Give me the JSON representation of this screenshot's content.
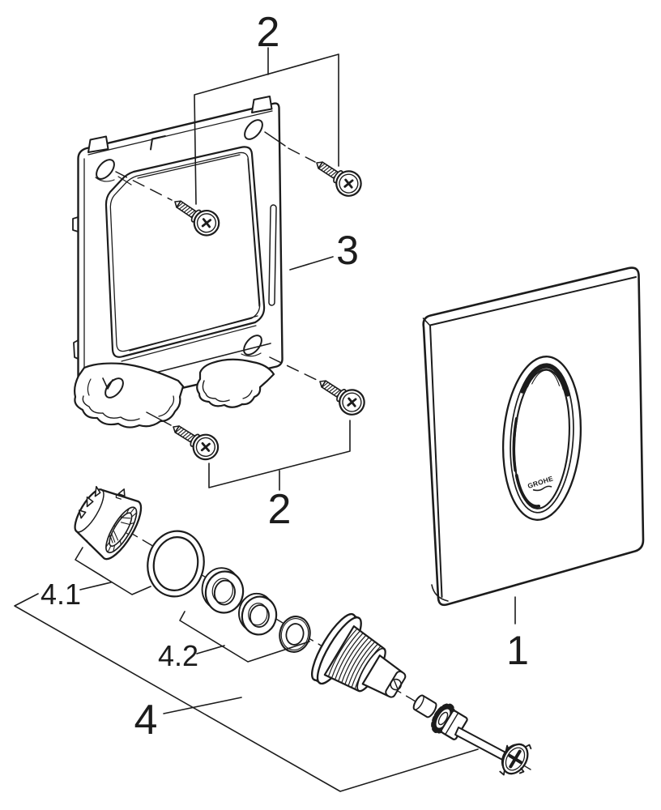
{
  "page": {
    "background": "#ffffff",
    "ink": "#1c1c1c"
  },
  "callouts": {
    "plate": "1",
    "screws_top": "2",
    "screws_bottom": "2",
    "frame": "3",
    "cartridge": "4",
    "adapter": "4.1",
    "seals": "4.2"
  },
  "plate": {
    "logo": "GROHE"
  }
}
